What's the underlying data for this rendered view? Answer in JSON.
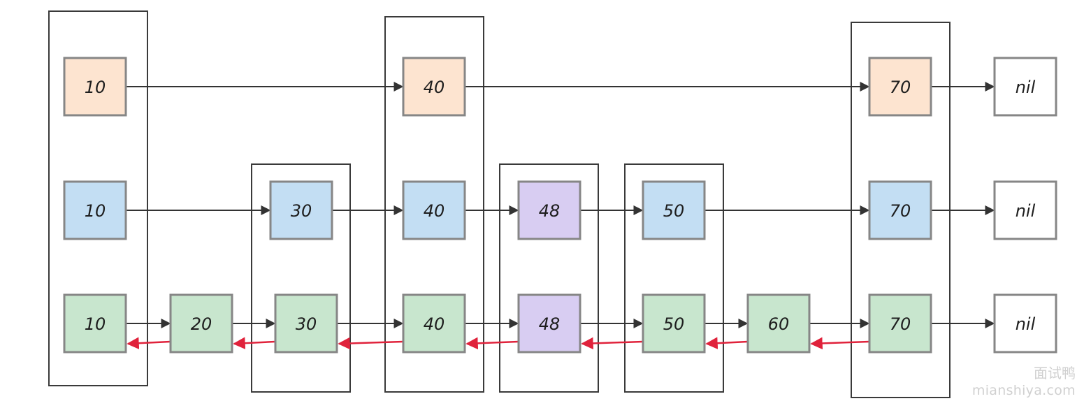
{
  "colors": {
    "orange": "#fde4d0",
    "blue": "#c3def3",
    "green": "#c8e6ce",
    "purple": "#d8cdf2",
    "white": "#ffffff",
    "border": "#868686",
    "arrow": "#333333",
    "back_arrow": "#e0223b"
  },
  "columns": [
    {
      "id": "c10"
    },
    {
      "id": "c30"
    },
    {
      "id": "c40"
    },
    {
      "id": "c48"
    },
    {
      "id": "c50"
    },
    {
      "id": "c70"
    }
  ],
  "nodes": [
    {
      "id": "n10a",
      "level": 1,
      "label": "10",
      "color": "orange"
    },
    {
      "id": "n40a",
      "level": 1,
      "label": "40",
      "color": "orange"
    },
    {
      "id": "n70a",
      "level": 1,
      "label": "70",
      "color": "orange"
    },
    {
      "id": "nnila",
      "level": 1,
      "label": "nil",
      "color": "white"
    },
    {
      "id": "n10b",
      "level": 2,
      "label": "10",
      "color": "blue"
    },
    {
      "id": "n30b",
      "level": 2,
      "label": "30",
      "color": "blue"
    },
    {
      "id": "n40b",
      "level": 2,
      "label": "40",
      "color": "blue"
    },
    {
      "id": "n48b",
      "level": 2,
      "label": "48",
      "color": "purple"
    },
    {
      "id": "n50b",
      "level": 2,
      "label": "50",
      "color": "blue"
    },
    {
      "id": "n70b",
      "level": 2,
      "label": "70",
      "color": "blue"
    },
    {
      "id": "nnilb",
      "level": 2,
      "label": "nil",
      "color": "white"
    },
    {
      "id": "n10c",
      "level": 3,
      "label": "10",
      "color": "green"
    },
    {
      "id": "n20c",
      "level": 3,
      "label": "20",
      "color": "green"
    },
    {
      "id": "n30c",
      "level": 3,
      "label": "30",
      "color": "green"
    },
    {
      "id": "n40c",
      "level": 3,
      "label": "40",
      "color": "green"
    },
    {
      "id": "n48c",
      "level": 3,
      "label": "48",
      "color": "purple"
    },
    {
      "id": "n50c",
      "level": 3,
      "label": "50",
      "color": "green"
    },
    {
      "id": "n60c",
      "level": 3,
      "label": "60",
      "color": "green"
    },
    {
      "id": "n70c",
      "level": 3,
      "label": "70",
      "color": "green"
    },
    {
      "id": "nnilc",
      "level": 3,
      "label": "nil",
      "color": "white"
    }
  ],
  "forward_links": [
    [
      "n10a",
      "n40a"
    ],
    [
      "n40a",
      "n70a"
    ],
    [
      "n70a",
      "nnila"
    ],
    [
      "n10b",
      "n30b"
    ],
    [
      "n30b",
      "n40b"
    ],
    [
      "n40b",
      "n48b"
    ],
    [
      "n48b",
      "n50b"
    ],
    [
      "n50b",
      "n70b"
    ],
    [
      "n70b",
      "nnilb"
    ],
    [
      "n10c",
      "n20c"
    ],
    [
      "n20c",
      "n30c"
    ],
    [
      "n30c",
      "n40c"
    ],
    [
      "n40c",
      "n48c"
    ],
    [
      "n48c",
      "n50c"
    ],
    [
      "n50c",
      "n60c"
    ],
    [
      "n60c",
      "n70c"
    ],
    [
      "n70c",
      "nnilc"
    ]
  ],
  "backward_links": [
    [
      "n20c",
      "n10c"
    ],
    [
      "n30c",
      "n20c"
    ],
    [
      "n40c",
      "n30c"
    ],
    [
      "n48c",
      "n40c"
    ],
    [
      "n50c",
      "n48c"
    ],
    [
      "n60c",
      "n50c"
    ],
    [
      "n70c",
      "n60c"
    ]
  ],
  "watermark": {
    "cn": "面试鸭",
    "url": "mianshiya.com"
  }
}
